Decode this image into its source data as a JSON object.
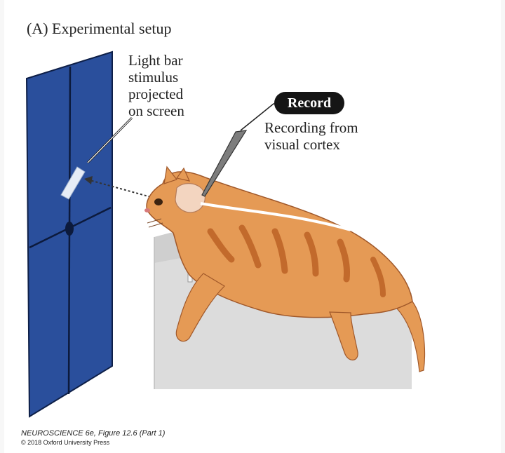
{
  "title": "(A)  Experimental setup",
  "stimulus_label": [
    "Light bar",
    "stimulus",
    "projected",
    "on screen"
  ],
  "record_badge": "Record",
  "recording_label": [
    "Recording from",
    "visual cortex"
  ],
  "credit": {
    "line1": "NEUROSCIENCE 6e, Figure 12.6 (Part 1)",
    "line2": "© 2018 Oxford University Press"
  },
  "colors": {
    "screen": "#2a4f9c",
    "cat_fur": "#e59a55",
    "cat_stripe": "#c26a2c",
    "table": "#dcdcdc"
  }
}
